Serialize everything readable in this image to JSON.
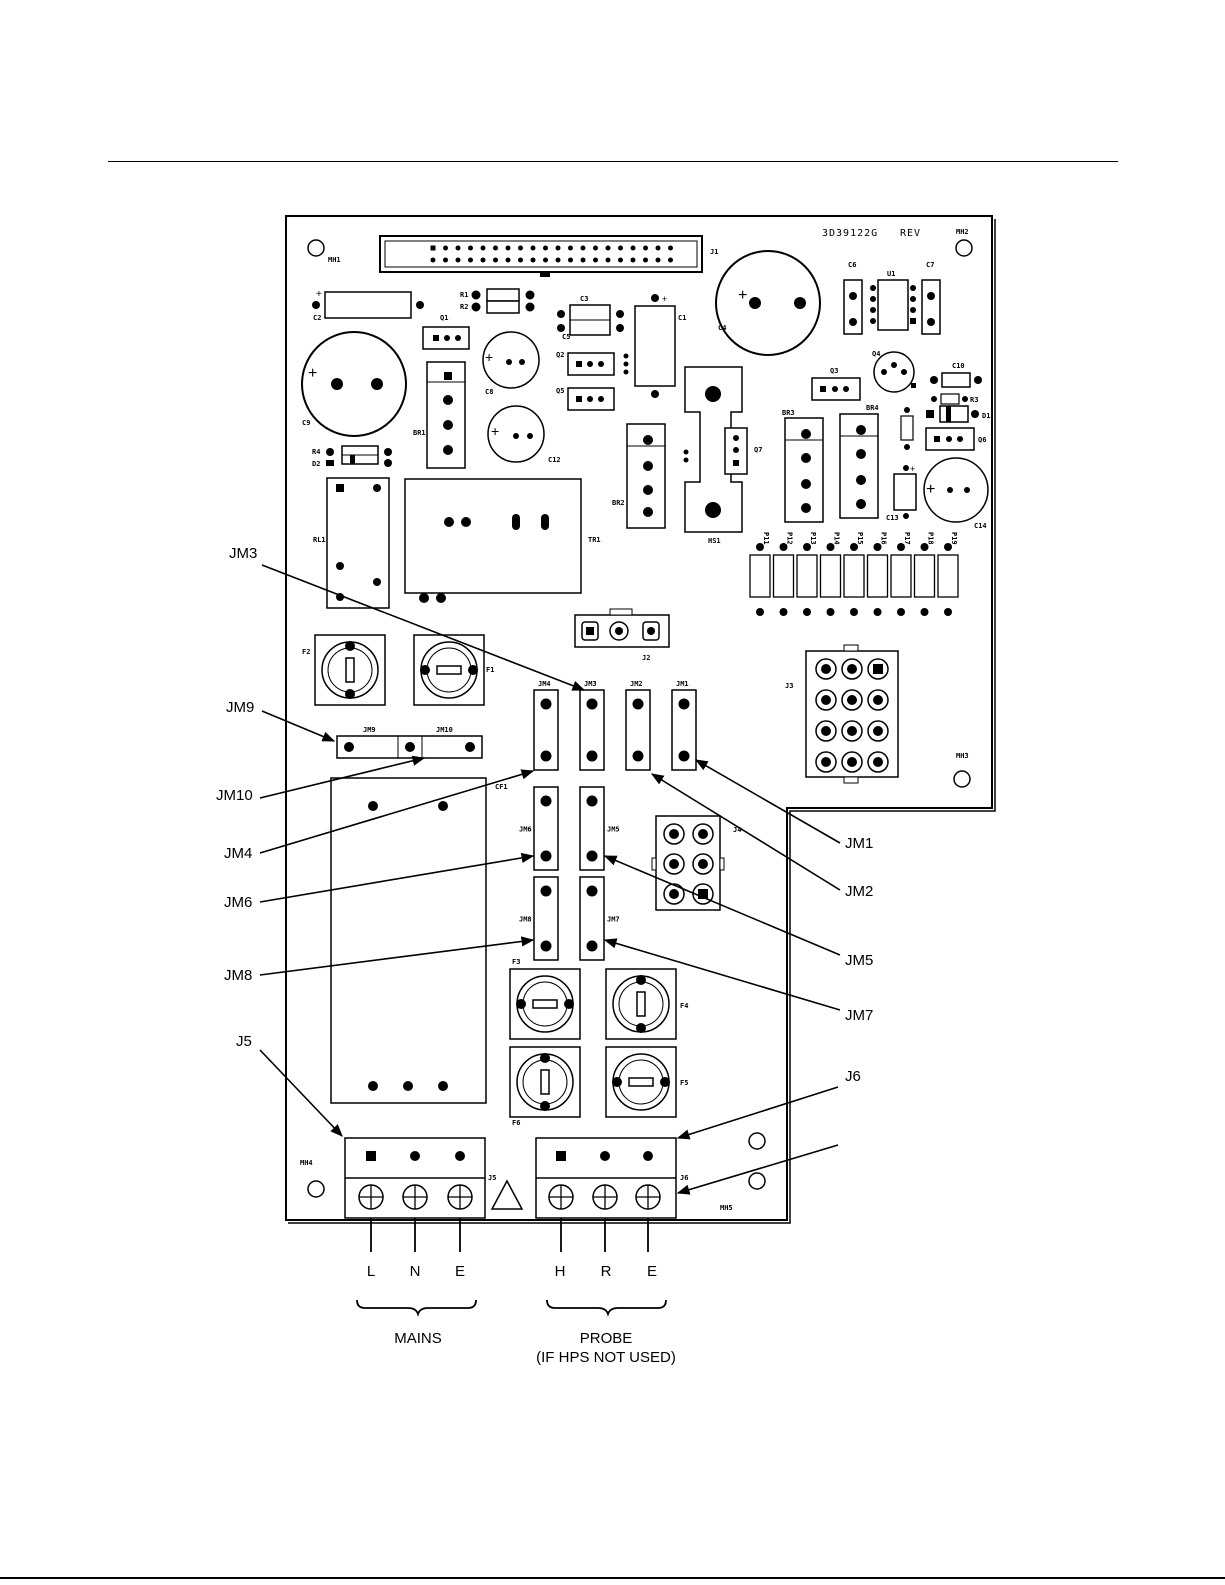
{
  "board": {
    "part_number": "3D39122G",
    "rev_label": "REV",
    "silkscreen": {
      "MH1": "MH1",
      "MH2": "MH2",
      "MH3": "MH3",
      "MH4": "MH4",
      "MH5": "MH5",
      "J1": "J1",
      "J2": "J2",
      "J3": "J3",
      "J4": "J4",
      "J5": "J5",
      "J6": "J6",
      "C1": "C1",
      "C2": "C2",
      "C3": "C3",
      "C4": "C4",
      "C5": "C5",
      "C6": "C6",
      "C7": "C7",
      "C8": "C8",
      "C9": "C9",
      "C10": "C10",
      "C11": "CF1",
      "C12": "C12",
      "C13": "C13",
      "C14": "C14",
      "R1": "R1",
      "R2": "R2",
      "R3": "R3",
      "R4": "R4",
      "D1": "D1",
      "D2": "D2",
      "Q1": "Q1",
      "Q2": "Q2",
      "Q3": "Q3",
      "Q4": "Q4",
      "Q5": "Q5",
      "Q6": "Q6",
      "Q7": "Q7",
      "U1": "U1",
      "BR1": "BR1",
      "BR2": "BR2",
      "BR3": "BR3",
      "BR4": "BR4",
      "RL1": "RL1",
      "TR1": "TR1",
      "HS1": "HS1",
      "F1": "F1",
      "F2": "F2",
      "F3": "F3",
      "F4": "F4",
      "F5": "F5",
      "F6": "F6",
      "JM1": "JM1",
      "JM2": "JM2",
      "JM3": "JM3",
      "JM4": "JM4",
      "JM5": "JM5",
      "JM6": "JM6",
      "JM7": "JM7",
      "JM8": "JM8",
      "JM9": "JM9",
      "JM10": "JM10",
      "P11": "P11",
      "P12": "P12",
      "P13": "P13",
      "P14": "P14",
      "P15": "P15",
      "P16": "P16",
      "P17": "P17",
      "P18": "P18",
      "P19": "P19"
    }
  },
  "callouts": {
    "JM1": "JM1",
    "JM2": "JM2",
    "JM3": "JM3",
    "JM4": "JM4",
    "JM5": "JM5",
    "JM6": "JM6",
    "JM7": "JM7",
    "JM8": "JM8",
    "JM9": "JM9",
    "JM10": "JM10",
    "J5": "J5",
    "J6": "J6"
  },
  "terminals": {
    "mains": [
      "L",
      "N",
      "E"
    ],
    "probe": [
      "H",
      "R",
      "E"
    ]
  },
  "captions": {
    "mains": "MAINS",
    "probe_line1": "PROBE",
    "probe_line2": "(IF  HPS  NOT  USED)"
  }
}
